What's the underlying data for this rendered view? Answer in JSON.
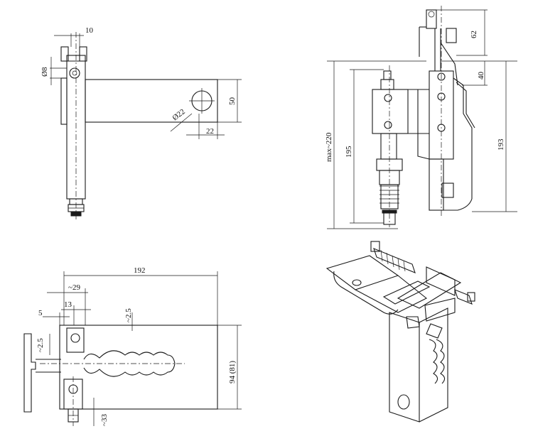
{
  "dimensions": {
    "top_left": {
      "d10": "10",
      "d8": "Ø8",
      "d22dia": "Ø22",
      "d50": "50",
      "d22": "22"
    },
    "top_right": {
      "d62": "62",
      "d40": "40",
      "dmax220": "max~220",
      "d195": "195",
      "d193": "193"
    },
    "bottom_left": {
      "d192": "192",
      "d29": "~29",
      "d13": "13",
      "d5": "5",
      "d25a": "~2.5",
      "d25b": "~2.5",
      "d94": "94 (81)",
      "d33": "~33"
    }
  }
}
